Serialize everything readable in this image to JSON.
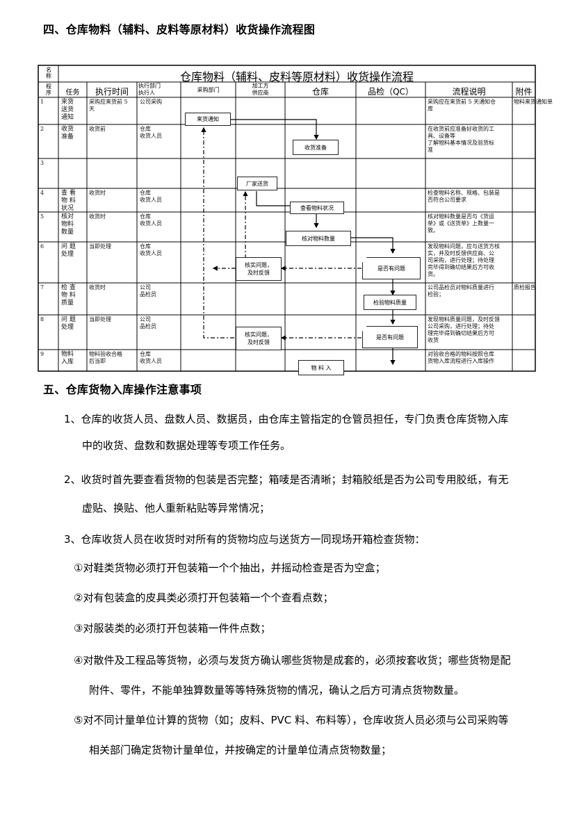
{
  "heading4": "四、仓库物料（辅料、皮料等原材料）收货操作流程图",
  "table": {
    "corner_label": "名\n称",
    "title": "仓库物料（辅料、皮料等原材料）收货操作流程",
    "headers": {
      "seq": "程\n序",
      "task": "任务",
      "time": "执行时间",
      "dept": "执行部门\n执行人",
      "purchase": "采购部门",
      "supplier": "加工方\n供应商",
      "warehouse": "仓库",
      "qc": "品检（QC）",
      "desc": "流程说明",
      "attach": "附件"
    },
    "rows": [
      {
        "seq": "1",
        "task": "来货\n送货\n通知",
        "time": "采购应来货前 5\n天",
        "dept": "公司采购",
        "desc": "采购应在来货前 5 天通知仓\n库",
        "attach": "物料来货通知单"
      },
      {
        "seq": "2",
        "task": "收货\n准备",
        "time": "收货前",
        "dept": "仓库\n收货人员",
        "desc": "在收货前应准备好收货的工\n具、设备等\n了解物料基本情况及验货标\n准",
        "attach": ""
      },
      {
        "seq": "3",
        "task": "",
        "time": "",
        "dept": "",
        "desc": "",
        "attach": ""
      },
      {
        "seq": "4",
        "task": "查 看\n物 料\n状况",
        "time": "收货时",
        "dept": "仓库\n收货人员",
        "desc": "检查物料名称、规格、包装是\n否符合公司要求",
        "attach": ""
      },
      {
        "seq": "5",
        "task": "核对\n物料\n数量",
        "time": "收货时",
        "dept": "仓库\n收货人员",
        "desc": "核对物料数量是否与《货运\n单》或《送货单》上数量一\n致。",
        "attach": ""
      },
      {
        "seq": "6",
        "task": "问 题\n处理",
        "time": "当即处理",
        "dept": "仓库\n收货人员",
        "desc": "发现物料问题，应与送货方核\n实，并及时反馈供应商、公\n司采购，进行处理；待处理\n完毕得到确切结果后方可收\n货。",
        "attach": ""
      },
      {
        "seq": "7",
        "task": "检 查\n物 料\n质量",
        "time": "收货时",
        "dept": "公司\n品检员",
        "desc": "公司品检员对物料质量进行\n检验；",
        "attach": "质检报告"
      },
      {
        "seq": "8",
        "task": "问 题\n处理",
        "time": "当即处理",
        "dept": "公司\n品检员",
        "desc": "发现物料质量问题，及时反馈\n公司采购，进行处理；待处\n理完毕得到确切结果后方可\n收货",
        "attach": ""
      },
      {
        "seq": "9",
        "task": "物料\n入库",
        "time": "物料验收合格\n后当即",
        "dept": "仓库\n收货人员",
        "desc": "对验收合格的物料按照仓库\n货物入库流程进行入库操作",
        "attach": ""
      }
    ],
    "flow": {
      "notice": "来货通知",
      "prepare": "收货准备",
      "factory": "厂家送货",
      "inspect": "查看物料状况",
      "count": "核对物料数量",
      "problem1": "是否有问题",
      "verify1": "核实问题，\n及时反馈",
      "quality": "检验物料质量",
      "problem2": "是否有问题",
      "verify2": "核实问题，\n及时反馈",
      "stock_in": "物 料 入"
    }
  },
  "heading5": "五、仓库货物入库操作注意事项",
  "items": [
    "1、仓库的收货人员、盘数人员、数据员，由仓库主管指定的仓管员担任，专门负责仓库货物入库",
    "中的收货、盘数和数据处理等专项工作任务。",
    "2、收货时首先要查看货物的包装是否完整；箱唛是否清晰；封箱胶纸是否为公司专用胶纸，有无",
    "虚贴、换贴、他人重新粘贴等异常情况；",
    "3、仓库收货人员在收货时对所有的货物均应与送货方一同现场开箱检查货物：",
    "①对鞋类货物必须打开包装箱一个个抽出，并摇动检查是否为空盒；",
    "②对有包装盒的皮具类必须打开包装箱一个个查看点数；",
    "③对服装类的必须打开包装箱一件件点数；",
    "④对散件及工程品等货物，必须与发货方确认哪些货物是成套的，必须按套收货；哪些货物是配",
    "附件、零件，不能单独算数量等等特殊货物的情况，确认之后方可清点货物数量。",
    "⑤对不同计量单位计算的货物（如；皮料、PVC 料、布料等），仓库收货人员必须与公司采购等",
    "相关部门确定货物计量单位，并按确定的计量单位清点货物数量；"
  ]
}
